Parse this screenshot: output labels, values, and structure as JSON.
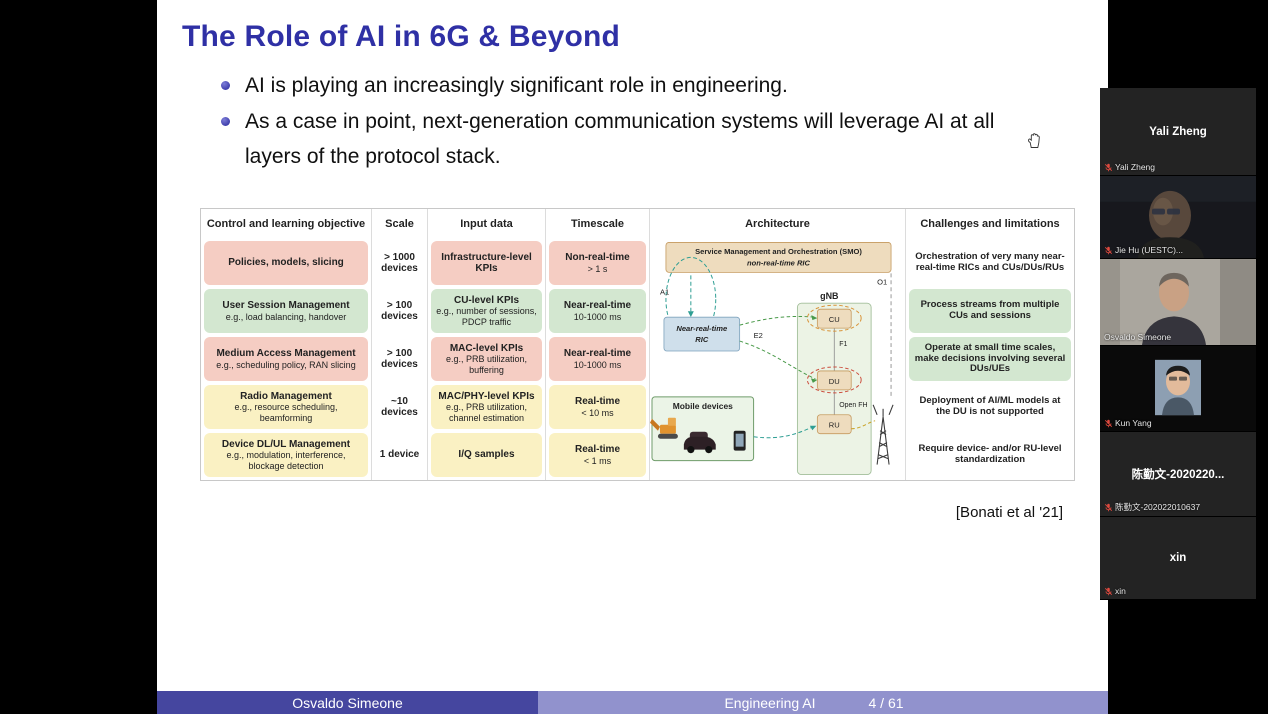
{
  "slide": {
    "title": "The Role of AI in 6G & Beyond",
    "bullets": [
      "AI is playing an increasingly significant role in engineering.",
      "As a case in point, next-generation communication systems will leverage AI at all layers of the protocol stack."
    ],
    "citation": "[Bonati et al '21]"
  },
  "footer": {
    "author": "Osvaldo Simeone",
    "deck_title": "Engineering AI",
    "page": "4 / 61"
  },
  "table": {
    "headers": [
      "Control and learning objective",
      "Scale",
      "Input data",
      "Timescale",
      "Architecture",
      "Challenges and limitations"
    ],
    "rows": [
      {
        "objective_head": "Policies, models, slicing",
        "objective_sub": "",
        "scale": "> 1000 devices",
        "input_head": "Infrastructure-level KPIs",
        "input_sub": "",
        "time_head": "Non-real-time",
        "time_sub": "> 1 s",
        "challenges": "Orchestration of very many near-real-time RICs and CUs/DUs/RUs"
      },
      {
        "objective_head": "User Session Management",
        "objective_sub": "e.g., load balancing, handover",
        "scale": "> 100 devices",
        "input_head": "CU-level KPIs",
        "input_sub": "e.g., number of sessions, PDCP traffic",
        "time_head": "Near-real-time",
        "time_sub": "10-1000 ms",
        "challenges": "Process streams from multiple CUs and sessions"
      },
      {
        "objective_head": "Medium Access Management",
        "objective_sub": "e.g., scheduling policy, RAN slicing",
        "scale": "> 100 devices",
        "input_head": "MAC-level KPIs",
        "input_sub": "e.g., PRB utilization, buffering",
        "time_head": "Near-real-time",
        "time_sub": "10-1000 ms",
        "challenges": "Operate at small time scales, make decisions involving several DUs/UEs"
      },
      {
        "objective_head": "Radio Management",
        "objective_sub": "e.g., resource scheduling, beamforming",
        "scale": "~10 devices",
        "input_head": "MAC/PHY-level KPIs",
        "input_sub": "e.g., PRB utilization, channel estimation",
        "time_head": "Real-time",
        "time_sub": "< 10 ms",
        "challenges": "Deployment of AI/ML models at the DU is not supported"
      },
      {
        "objective_head": "Device DL/UL Management",
        "objective_sub": "e.g., modulation, interference, blockage detection",
        "scale": "1 device",
        "input_head": "I/Q samples",
        "input_sub": "",
        "time_head": "Real-time",
        "time_sub": "< 1 ms",
        "challenges": "Require device- and/or RU-level standardization"
      }
    ]
  },
  "architecture": {
    "smo": "Service Management and Orchestration (SMO)",
    "smo_sub": "non-real-time RIC",
    "near_rt_1": "Near-real-time",
    "near_rt_2": "RIC",
    "gnb": "gNB",
    "cu": "CU",
    "du": "DU",
    "ru": "RU",
    "a1": "A1",
    "e2": "E2",
    "f1": "F1",
    "o1": "O1",
    "open_fh": "Open FH",
    "mobile_devices": "Mobile devices"
  },
  "panel": {
    "tiles": [
      {
        "display_name": "Yali Zheng",
        "label": "Yali Zheng"
      },
      {
        "display_name": "",
        "label": "Jie Hu (UESTC)..."
      },
      {
        "display_name": "",
        "label": "Osvaldo Simeone"
      },
      {
        "display_name": "",
        "label": "Kun Yang"
      },
      {
        "display_name": "陈勤文-2020220...",
        "label": "陈勤文-202022010637"
      },
      {
        "display_name": "xin",
        "label": "xin"
      }
    ]
  }
}
